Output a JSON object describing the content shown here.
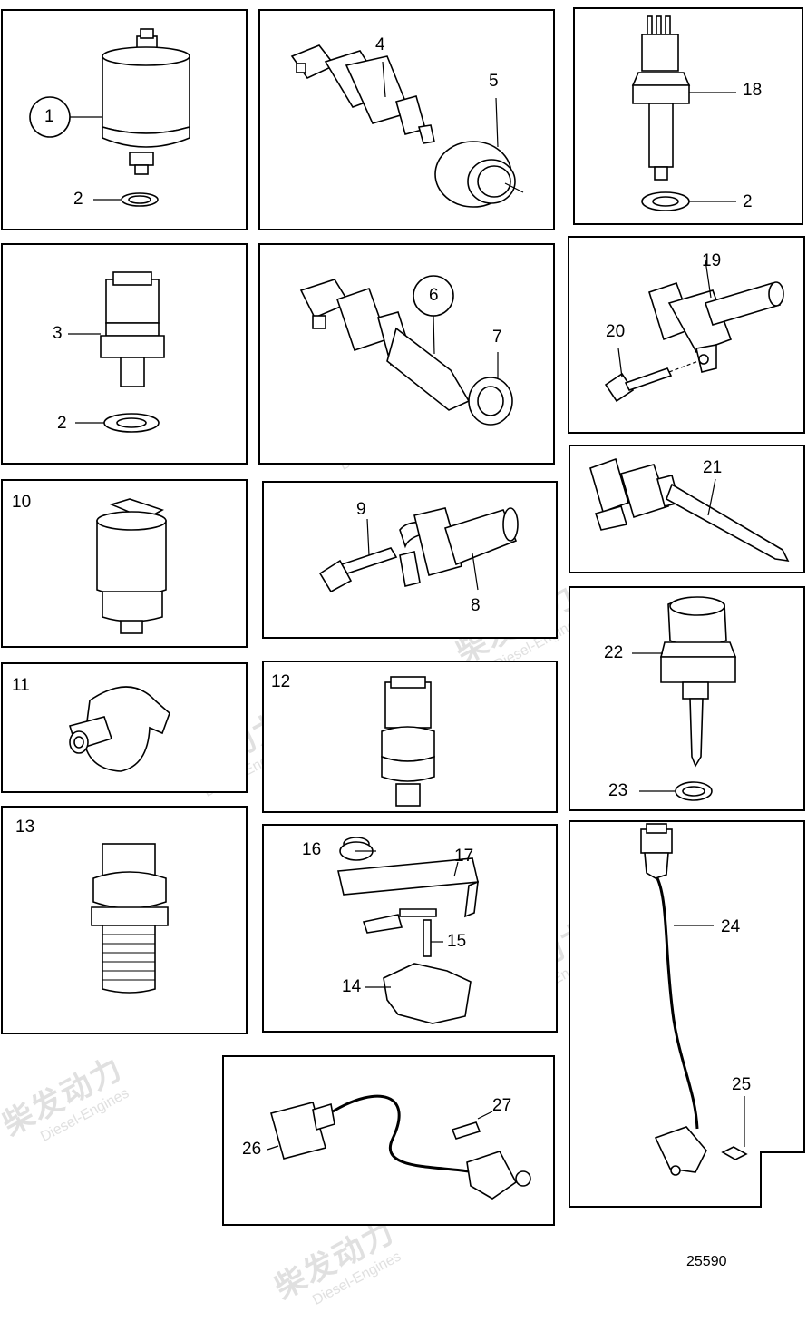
{
  "figure_number": "25590",
  "watermark": {
    "cn": "柴发动力",
    "en": "Diesel-Engines"
  },
  "panels": {
    "p1": {
      "title": "",
      "callouts": [
        "1",
        "2"
      ]
    },
    "p4": {
      "title": "",
      "callouts": [
        "4",
        "5"
      ]
    },
    "p18": {
      "title": "",
      "callouts": [
        "18",
        "2"
      ]
    },
    "p3": {
      "title": "",
      "callouts": [
        "3",
        "2"
      ]
    },
    "p6": {
      "title": "",
      "callouts": [
        "6",
        "7"
      ]
    },
    "p19": {
      "title": "",
      "callouts": [
        "19",
        "20"
      ]
    },
    "p10": {
      "title": "10"
    },
    "p8": {
      "title": "",
      "callouts": [
        "9",
        "8"
      ]
    },
    "p21": {
      "title": "",
      "callouts": [
        "21"
      ]
    },
    "p11": {
      "title": "11"
    },
    "p12": {
      "title": "12"
    },
    "p22": {
      "title": "",
      "callouts": [
        "22",
        "23"
      ]
    },
    "p13": {
      "title": "13"
    },
    "p14": {
      "title": "",
      "callouts": [
        "16",
        "17",
        "15",
        "14"
      ]
    },
    "p24": {
      "title": "",
      "callouts": [
        "24",
        "25"
      ]
    },
    "p26": {
      "title": "",
      "callouts": [
        "27",
        "26"
      ]
    }
  }
}
